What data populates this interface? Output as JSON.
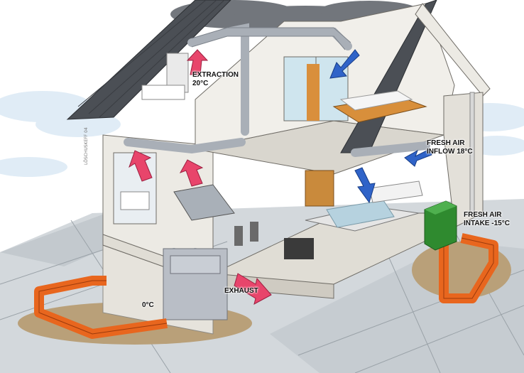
{
  "labels": {
    "extraction": {
      "line1": "EXTRACTION",
      "line2": "20°C"
    },
    "fresh_air_inflow": {
      "line1": "FRESH AIR",
      "line2": "INFLOW 18°C"
    },
    "fresh_air_intake": {
      "line1": "FRESH AIR",
      "line2": "INTAKE -15°C"
    },
    "exhaust": "EXHAUST",
    "ground_temp": "0°C"
  },
  "signature": "LÖSCHUSKEFF 04",
  "colors": {
    "warm_arrow": "#e8456b",
    "cool_arrow": "#2f63c8",
    "ground_pipe": "#e8661e",
    "ducts": "#b9bec6",
    "intake_box": "#2f8a2f",
    "roof": "#4b4f55",
    "walls": "#eceae4",
    "floor_tiles": "#c7ccd0"
  }
}
